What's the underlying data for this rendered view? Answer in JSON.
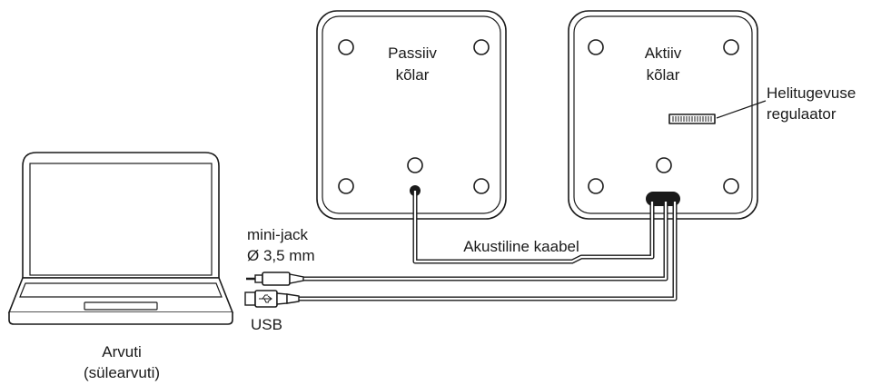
{
  "labels": {
    "passive_speaker": [
      "Passiiv",
      "kõlar"
    ],
    "active_speaker": [
      "Aktiiv",
      "kõlar"
    ],
    "volume_control": [
      "Helitugevuse",
      "regulaator"
    ],
    "acoustic_cable": "Akustiline kaabel",
    "mini_jack": [
      "mini-jack",
      "Ø 3,5 mm"
    ],
    "usb": "USB",
    "computer": [
      "Arvuti",
      "(sülearvuti)"
    ]
  }
}
